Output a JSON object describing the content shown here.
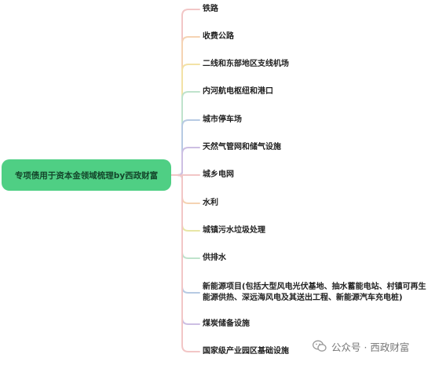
{
  "root": {
    "label": "专项债用于资本金领域梳理by西政财富"
  },
  "branches": [
    {
      "label": "铁路",
      "color": "#f2c6c6"
    },
    {
      "label": "收费公路",
      "color": "#f5d3b3"
    },
    {
      "label": "二线和东部地区支线机场",
      "color": "#f3e2a6"
    },
    {
      "label": "内河航电枢纽和港口",
      "color": "#bfe3cc"
    },
    {
      "label": "城市停车场",
      "color": "#b7cae3"
    },
    {
      "label": "天然气管网和储气设施",
      "color": "#cdbfe3"
    },
    {
      "label": "城乡电网",
      "color": "#f2c6c6"
    },
    {
      "label": "水利",
      "color": "#f5d3b3"
    },
    {
      "label": "城镇污水垃圾处理",
      "color": "#e8e6a6"
    },
    {
      "label": "供排水",
      "color": "#bfe3cc"
    },
    {
      "label": "新能源项目(包括大型风电光伏基地、抽水蓄能电站、村镇可再生能源供热、深远海风电及其送出工程、新能源汽车充电桩)",
      "color": "#b7cae3"
    },
    {
      "label": "煤炭储备设施",
      "color": "#cdbfe3"
    },
    {
      "label": "国家级产业园区基础设施",
      "color": "#f2c6c6"
    }
  ],
  "watermark": {
    "text": "公众号 · 西政财富",
    "icon": "wechat-icon"
  }
}
